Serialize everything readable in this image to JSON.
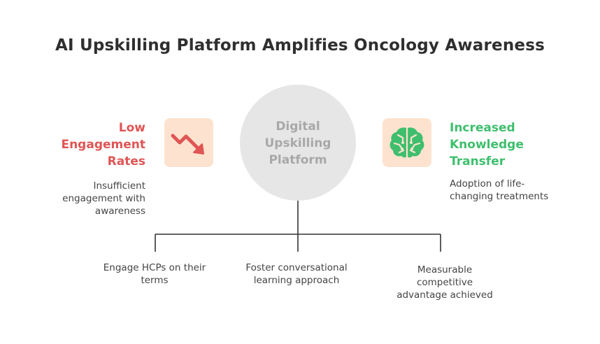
{
  "title": "AI Upskilling Platform Amplifies Oncology Awareness",
  "hub": {
    "label": "Digital\nUpskilling\nPlatform"
  },
  "left": {
    "heading": "Low\nEngagement\nRates",
    "description": "Insufficient\nengagement with\nawareness",
    "icon": "trending-down-icon",
    "heading_color": "#e05555"
  },
  "right": {
    "heading": "Increased\nKnowledge\nTransfer",
    "description": "Adoption of life-\nchanging treatments",
    "icon": "brain-icon",
    "heading_color": "#3fbf6e"
  },
  "branches": [
    {
      "label": "Engage HCPs on their\nterms"
    },
    {
      "label": "Foster conversational\nlearning approach"
    },
    {
      "label": "Measurable\ncompetitive\nadvantage achieved"
    }
  ],
  "colors": {
    "hub_fill": "#e6e6e6",
    "icon_box_fill": "#fde3cf",
    "down_arrow": "#e05555",
    "brain": "#3fbf6e",
    "connector": "#333333"
  }
}
